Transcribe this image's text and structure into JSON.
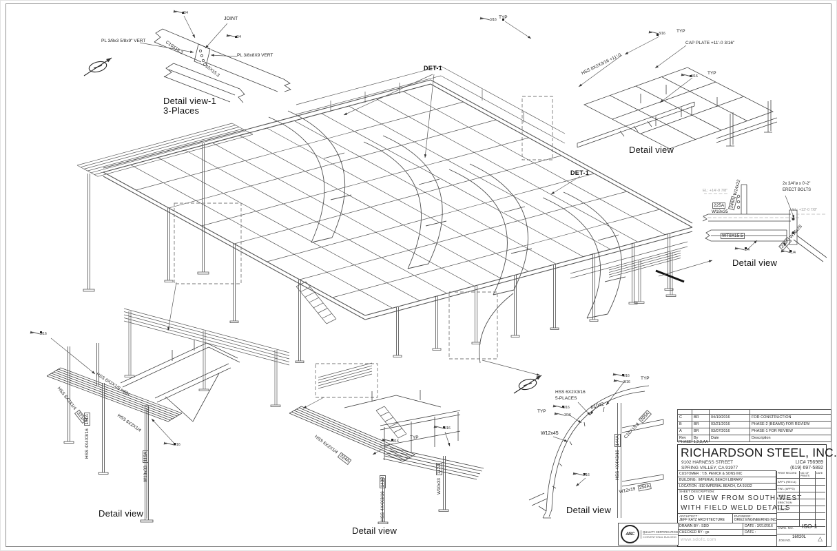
{
  "colors": {
    "line": "#4d4d4d",
    "dash": "#777777",
    "highlight": "#111111"
  },
  "weld": {
    "typ": "TYP",
    "s316": "3/16",
    "s14": "1/4"
  },
  "captions": {
    "detail": "Detail view",
    "detail1": "Detail view-1",
    "detail1_places": "3-Places"
  },
  "main": {
    "det1": "DET-1"
  },
  "d1": {
    "joint": "JOINT",
    "plate_left": "PL 3/8x3 5/8x9\" VERT",
    "plate_right": "PL 3/8x8X9 VERT",
    "c10": "C10X15.3"
  },
  "tr": {
    "cap_plate": "CAP PLATE +11'-0 3/16\"",
    "hss": "HSS 8X2X3/16 +11'-0"
  },
  "mr": {
    "el_left": "EL: +14'-0 7/8\"",
    "el_right": "EL: +13'-0 7/8\"",
    "b246": "246A",
    "b246s": "W14x22",
    "b225": "225A",
    "b225s": "W18x35",
    "wt": "WT8X15.5",
    "b236": "236A",
    "b236s": "W16x26",
    "erect1": "2x 3/4\"ø x 0'-2\"",
    "erect2": "ERECT BOLTS"
  },
  "bl": {
    "infill": "HSS 6X2X1/8 infills",
    "hss624": "HSS 6X2X1/4",
    "t323": "323A",
    "hss44": "HSS 4X4X3/16",
    "t151": "151A",
    "col": "W10x33",
    "t119": "119A"
  },
  "bc": {
    "hss624": "HSS 6X2X1/4",
    "t324": "324A",
    "hss44": "HSS 4X4X3/16",
    "t143": "143B",
    "col": "W10x33",
    "t112": "112A"
  },
  "br": {
    "hss": "HSS 6X2X3/16",
    "places": "5-PLACES",
    "p": "p1042",
    "w12x45": "W12x45",
    "c10": "C10X15.3",
    "t305": "305A",
    "hss44": "HSS 4X4X3/16",
    "t144": "144A",
    "w12x19": "W12x19",
    "t254": "254A"
  },
  "tb": {
    "rev_rows": [
      {
        "rev": "C",
        "by": "BR",
        "date": "04/19/2016",
        "desc": "FOR CONSTRUCTION"
      },
      {
        "rev": "B",
        "by": "BR",
        "date": "03/21/2016",
        "desc": "PHASE-2 (BEAMS) FOR REVIEW"
      },
      {
        "rev": "A",
        "by": "BR",
        "date": "03/07/2016",
        "desc": "PHASE-1 FOR REVIEW"
      }
    ],
    "rev_header": {
      "rev": "Rev",
      "by": "By",
      "date": "Date",
      "desc": "Description"
    },
    "phase": "PHASE: 1,2,3,AA",
    "company": "RICHARDSON STEEL, INC.",
    "addr1": "9102 HARNESS STREET",
    "addr2": "SPRING VALLEY, CA 91977",
    "lic": "LIC# 756989",
    "phone": "(619) 697-5892",
    "customer": "CUSTOMER : T.B. PENICK & SONS INC",
    "building": "BUILDING : IMPERIAL BEACH LIBRARY",
    "location": "LOCATION : 810 IMPERIAL BEACH, CA 91932",
    "sheet_desc": "SHEET DESCRIPTION:",
    "desc1": "ISO VIEW FROM SOUTH-WEST",
    "desc2": "WITH FIELD WELD DETAILS",
    "pr_h1": "PRINT RECORD",
    "pr_h2": "NO. OF PRINTS",
    "pr_h3": "DATE",
    "pr_rows": [
      "APP'L (REV-A)",
      "FIN'L (APP'D)",
      "SHOP",
      "ERECTION",
      "CONTR."
    ],
    "architect_l": "ARCHITECT :",
    "architect": "JEFF KATZ ARCHITECTURE",
    "engineer_l": "ENGINEER :",
    "engineer": "ORIE2 ENGINEERING INC",
    "drawn": "DRAWN BY : SDD",
    "date1": "DATE : 3/21/2016",
    "checked": "CHECKED BY : gs",
    "date2": "DATE :",
    "web": "www.sdofc.com",
    "dwg_l": "DWG. NO.",
    "dwg": "ISO-1",
    "job_l": "JOB NO.",
    "job": "16020L",
    "aisc_logo": "AISC",
    "aisc1": "QUALITY CERTIFICATION",
    "aisc2": "CONVENTIONAL BUILDING"
  }
}
